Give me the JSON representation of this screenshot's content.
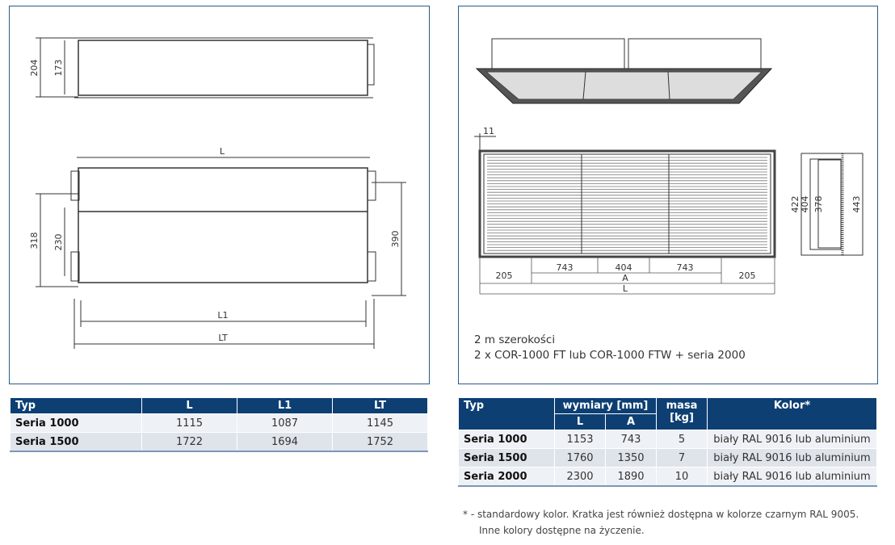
{
  "left_drawing": {
    "dims": {
      "h_total": "204",
      "h_body": "173",
      "L": "L",
      "h_318": "318",
      "h_230": "230",
      "h_390": "390",
      "L1": "L1",
      "LT": "LT"
    }
  },
  "right_drawing": {
    "dims": {
      "d11": "11",
      "seg1": "743",
      "seg2": "404",
      "seg3": "743",
      "side_left": "205",
      "side_right": "205",
      "A": "A",
      "L": "L",
      "s422": "422",
      "s404": "404",
      "s378": "378",
      "s443": "443"
    },
    "caption_line1": "2 m szerokości",
    "caption_line2": "2 x COR-1000 FT lub COR-1000 FTW + seria 2000"
  },
  "left_table": {
    "headers": [
      "Typ",
      "L",
      "L1",
      "LT"
    ],
    "rows": [
      [
        "Seria 1000",
        "1115",
        "1087",
        "1145"
      ],
      [
        "Seria 1500",
        "1722",
        "1694",
        "1752"
      ]
    ]
  },
  "right_table": {
    "headers": {
      "typ": "Typ",
      "dims": "wymiary [mm]",
      "L": "L",
      "A": "A",
      "mass": "masa [kg]",
      "color": "Kolor*"
    },
    "rows": [
      [
        "Seria 1000",
        "1153",
        "743",
        "5",
        "biały RAL 9016 lub aluminium"
      ],
      [
        "Seria 1500",
        "1760",
        "1350",
        "7",
        "biały RAL 9016 lub aluminium"
      ],
      [
        "Seria 2000",
        "2300",
        "1890",
        "10",
        "biały RAL 9016 lub aluminium"
      ]
    ],
    "footnote_line1": "* - standardowy kolor. Kratka jest również dostępna w kolorze czarnym RAL 9005.",
    "footnote_line2": "Inne kolory dostępne na życzenie."
  }
}
